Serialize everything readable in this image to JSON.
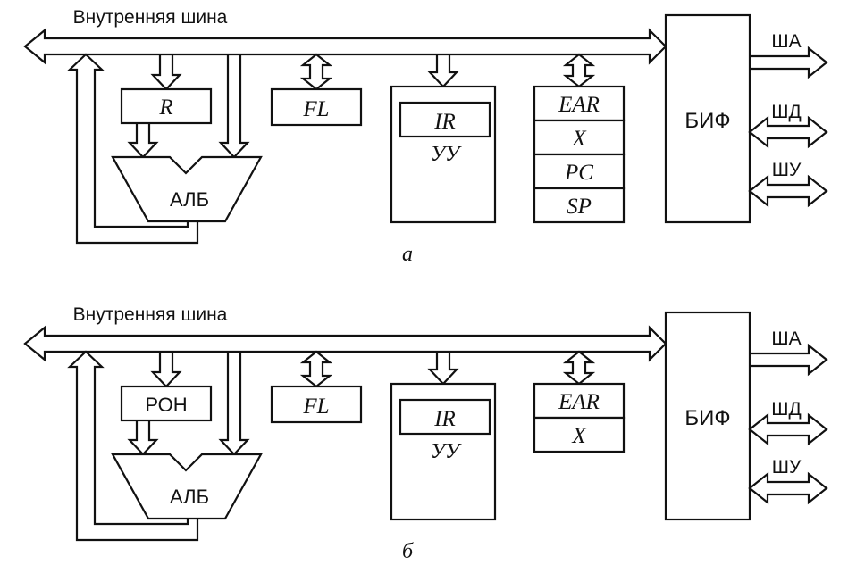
{
  "diagrams": [
    {
      "caption": "а",
      "bus_label": "Внутренняя шина",
      "register_label": "R",
      "alu_label": "АЛБ",
      "flags_label": "FL",
      "ir_label": "IR",
      "cu_label": "УУ",
      "regs": [
        "EAR",
        "X",
        "PC",
        "SP"
      ],
      "biu_label": "БИФ",
      "ext_buses": [
        "ША",
        "ШД",
        "ШУ"
      ]
    },
    {
      "caption": "б",
      "bus_label": "Внутренняя шина",
      "register_label": "РОН",
      "alu_label": "АЛБ",
      "flags_label": "FL",
      "ir_label": "IR",
      "cu_label": "УУ",
      "regs": [
        "EAR",
        "X"
      ],
      "biu_label": "БИФ",
      "ext_buses": [
        "ША",
        "ШД",
        "ШУ"
      ]
    }
  ]
}
